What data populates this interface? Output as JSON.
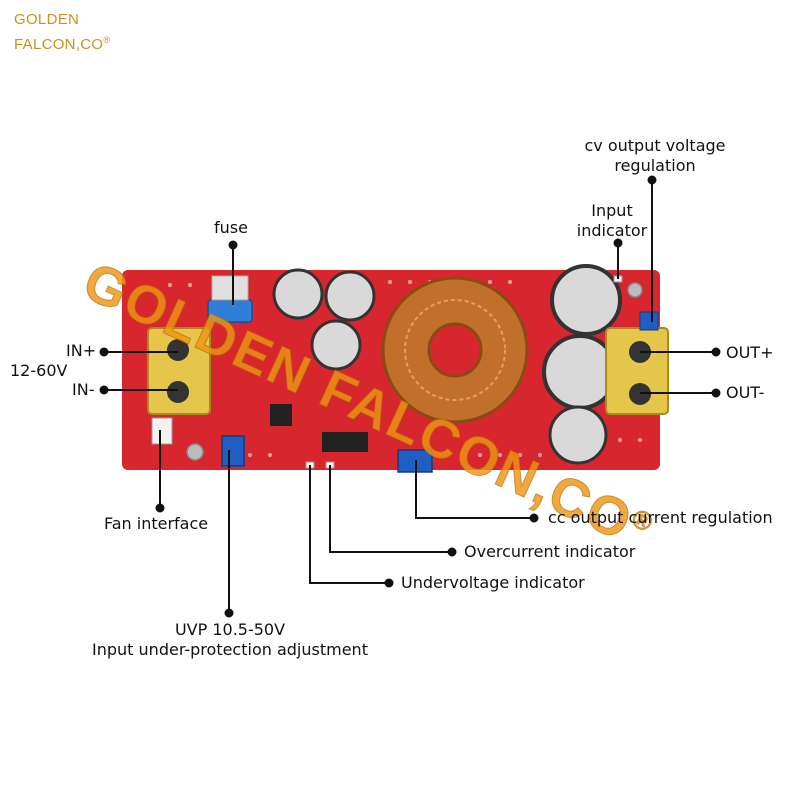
{
  "brand": {
    "line1": "GOLDEN",
    "line2": "FALCON,CO",
    "mark": "®",
    "color": "#c8911f"
  },
  "watermark": {
    "text": "GOLDEN FALCON,CO",
    "mark": "®",
    "color": "#ec9614"
  },
  "labels": {
    "cv_line1": "cv output voltage",
    "cv_line2": "regulation",
    "input_ind_line1": "Input",
    "input_ind_line2": "indicator",
    "fuse": "fuse",
    "in_plus": "IN+",
    "in_minus": "IN-",
    "input_range": "12-60V",
    "out_plus": "OUT+",
    "out_minus": "OUT-",
    "fan": "Fan interface",
    "cc": "cc output current regulation",
    "overcurrent": "Overcurrent indicator",
    "undervoltage": "Undervoltage indicator",
    "uvp_line1": "UVP 10.5-50V",
    "uvp_line2": "Input under-protection adjustment"
  },
  "colors": {
    "pcb": "#d8262f",
    "pot": "#1f5fc4",
    "terminal": "#e6c64a",
    "copper": "#c0702a"
  }
}
